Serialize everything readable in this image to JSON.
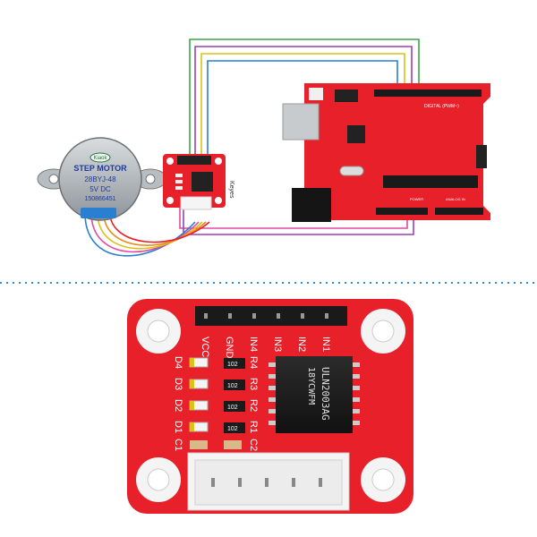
{
  "colors": {
    "board_red": "#e8202a",
    "board_red_dark": "#c4151e",
    "wire_green": "#3aa64a",
    "wire_purple": "#9b3fb5",
    "wire_yellow": "#d9c21a",
    "wire_blue": "#2a7fd0",
    "wire_orange": "#e88a1a",
    "wire_pink": "#e04aa0",
    "divider": "#2a8fd6"
  },
  "motor": {
    "brand": "Kiaok",
    "title": "STEP MOTOR",
    "model": "28BYJ-48",
    "voltage": "5V   DC",
    "serial": "150866451"
  },
  "small_driver": {
    "label": "Keyes"
  },
  "arduino": {
    "digital_label": "DIGITAL (PWM~)",
    "power_label": "POWER",
    "analog_label": "ANALOG IN"
  },
  "driver_board": {
    "pin_labels": [
      "VCC",
      "GND",
      "IN4",
      "IN3",
      "IN2",
      "IN1"
    ],
    "leds": [
      "D4",
      "D3",
      "D2",
      "D1"
    ],
    "resistors": [
      "R4",
      "R3",
      "R2",
      "R1"
    ],
    "resistor_codes": [
      "102",
      "102",
      "102",
      "102"
    ],
    "caps": [
      "C1",
      "C2"
    ],
    "chip_line1": "ULN2003AG",
    "chip_line2": "18YCWFM"
  }
}
